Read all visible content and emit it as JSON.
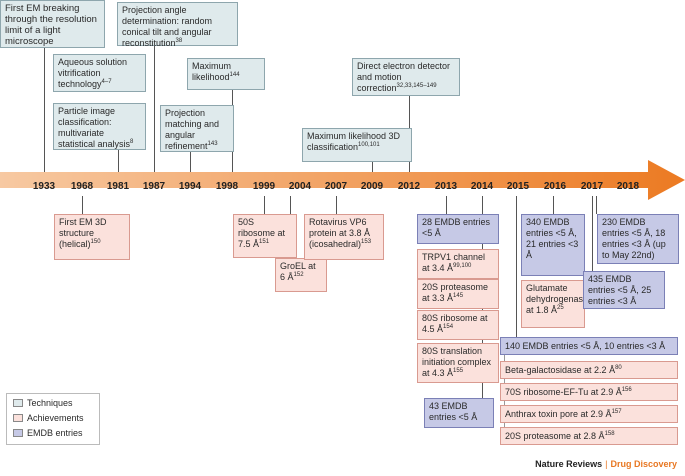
{
  "timeline": {
    "years": [
      "1933",
      "1968",
      "1981",
      "1987",
      "1994",
      "1998",
      "1999",
      "2004",
      "2007",
      "2009",
      "2012",
      "2013",
      "2014",
      "2015",
      "2016",
      "2017",
      "2018"
    ]
  },
  "events": {
    "t1933": {
      "text": "First EM breaking through the resolution limit of a light microscope",
      "ref": ""
    },
    "t1987": {
      "text": "Projection angle determination: random conical tilt and angular reconstitution",
      "ref": "38"
    },
    "t1981a": {
      "text": "Aqueous solution vitrification technology",
      "ref": "4–7"
    },
    "t1981b": {
      "text": "Particle image classification: multivariate statistical analysis",
      "ref": "8"
    },
    "t1998": {
      "text": "Maximum likelihood",
      "ref": "144"
    },
    "t1994": {
      "text": "Projection matching and angular refinement",
      "ref": "143"
    },
    "t2012": {
      "text": "Direct electron detector and motion correction",
      "ref": "32,33,145–149"
    },
    "t2009": {
      "text": "Maximum likelihood 3D classification",
      "ref": "100,101"
    },
    "a1968": {
      "text": "First EM 3D structure (helical)",
      "ref": "150"
    },
    "a1999": {
      "text": "50S ribosome at 7.5 Å",
      "ref": "151"
    },
    "a2004": {
      "text": "GroEL at 6 Å",
      "ref": "152"
    },
    "a2007": {
      "text": "Rotavirus VP6 protein at 3.8 Å (icosahedral)",
      "ref": "153"
    },
    "e2013": {
      "text": "28 EMDB entries <5 Å",
      "ref": ""
    },
    "a2013a": {
      "text": "TRPV1 channel at 3.4 Å",
      "ref": "99,100"
    },
    "a2013b": {
      "text": "20S proteasome at 3.3 Å",
      "ref": "145"
    },
    "a2013c": {
      "text": "80S ribosome at 4.5 Å",
      "ref": "154"
    },
    "a2013d": {
      "text": "80S translation initiation complex at 4.3 Å",
      "ref": "155"
    },
    "e2014": {
      "text": "43 EMDB entries <5 Å",
      "ref": ""
    },
    "e2016": {
      "text": "340 EMDB entries <5 Å, 21 entries <3 Å",
      "ref": ""
    },
    "a2016": {
      "text": "Glutamate dehydrogenase at 1.8 Å",
      "ref": "25"
    },
    "e2018": {
      "text": "230 EMDB entries <5 Å, 18 entries <3 Å (up to May 22nd)",
      "ref": ""
    },
    "e2017": {
      "text": "435 EMDB entries <5 Å, 25 entries <3 Å",
      "ref": ""
    },
    "e2015": {
      "text": "140 EMDB entries <5 Å, 10 entries <3 Å",
      "ref": ""
    },
    "a2015a": {
      "text": "Beta-galactosidase at 2.2 Å",
      "ref": "80"
    },
    "a2015b": {
      "text": "70S ribosome-EF-Tu at 2.9 Å",
      "ref": "156"
    },
    "a2015c": {
      "text": "Anthrax toxin pore at 2.9 Å",
      "ref": "157"
    },
    "a2015d": {
      "text": "20S proteasome at 2.8 Å",
      "ref": "158"
    }
  },
  "legend": {
    "techniques": "Techniques",
    "achievements": "Achievements",
    "emdb": "EMDB entries"
  },
  "colors": {
    "techniques": "#dfeaec",
    "achievements": "#fbe1dc",
    "emdb": "#c6c9e6",
    "arrow_start": "#f6c49b",
    "arrow_end": "#ec7a22"
  },
  "credit": {
    "journal": "Nature Reviews",
    "section": "Drug Discovery"
  }
}
